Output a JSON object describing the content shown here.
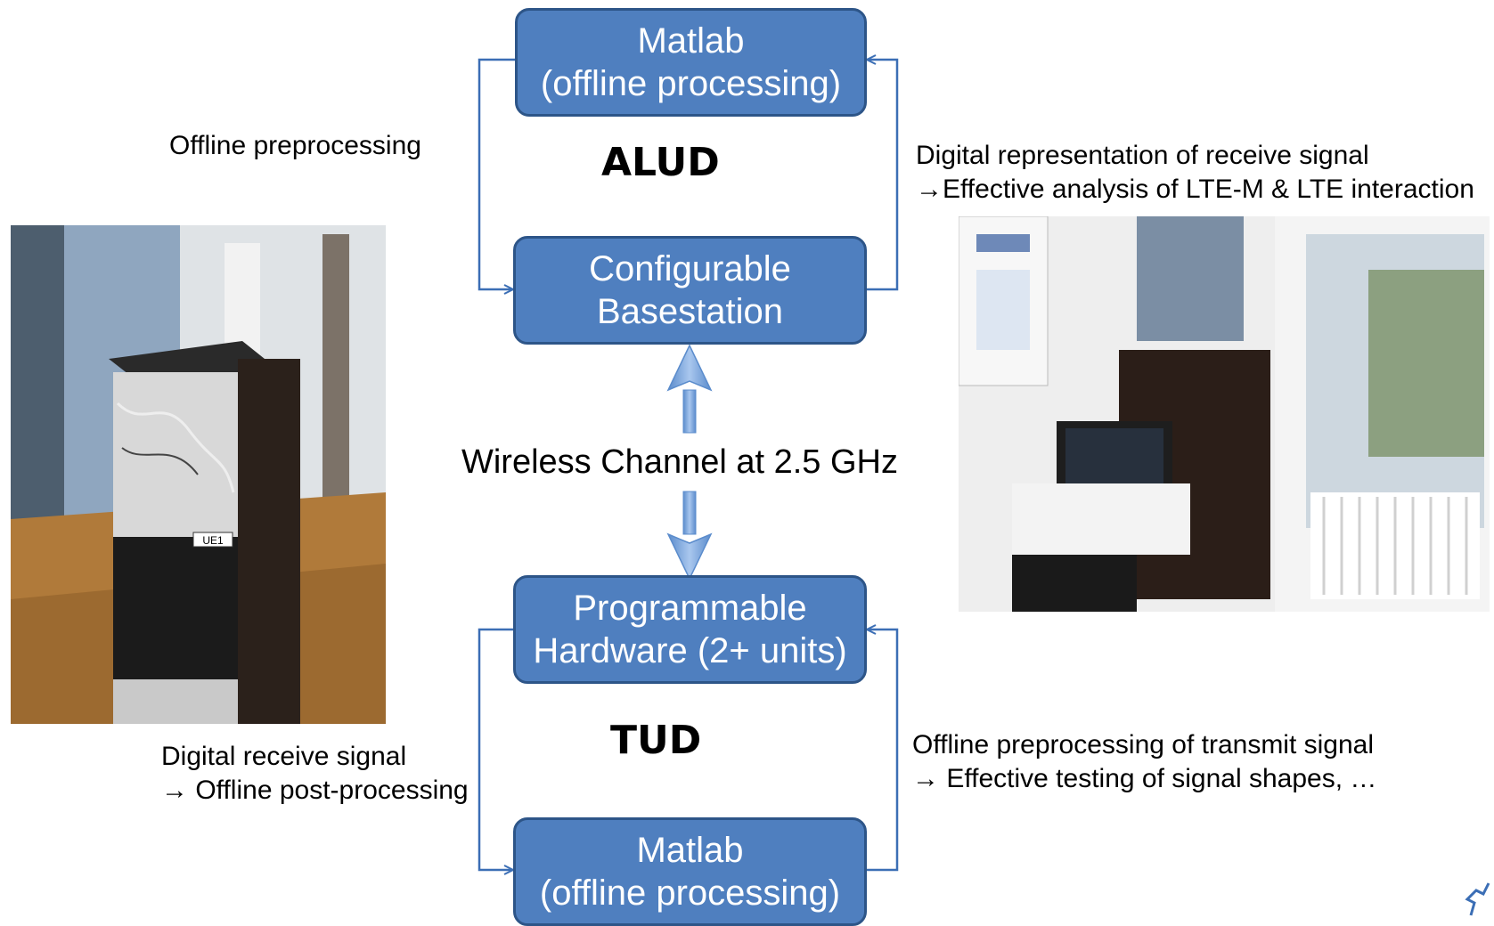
{
  "boxes": {
    "matlab_top": {
      "line1": "Matlab",
      "line2": "(offline processing)"
    },
    "basestation": {
      "line1": "Configurable",
      "line2": "Basestation"
    },
    "hardware": {
      "line1": "Programmable",
      "line2": "Hardware (2+ units)"
    },
    "matlab_bottom": {
      "line1": "Matlab",
      "line2": "(offline processing)"
    }
  },
  "labels": {
    "alud": "ALUD",
    "tud": "TUD",
    "channel": "Wireless Channel at 2.5 GHz",
    "offline_pre": "Offline preprocessing",
    "digital_rep_1": "Digital representation of receive signal",
    "digital_rep_2": "→Effective analysis of LTE-M & LTE interaction",
    "digital_rx_1": "Digital receive signal",
    "digital_rx_2": "→ Offline post-processing",
    "offline_tx_1": "Offline preprocessing of transmit signal",
    "offline_tx_2": "→ Effective testing of signal shapes, …"
  },
  "photos": {
    "ue1_tag": "UE1"
  },
  "colors": {
    "box_fill": "#4f7fbf",
    "box_border": "#2d5588",
    "connector": "#3b6eb5",
    "arrow_fill": "#7da7dc"
  }
}
